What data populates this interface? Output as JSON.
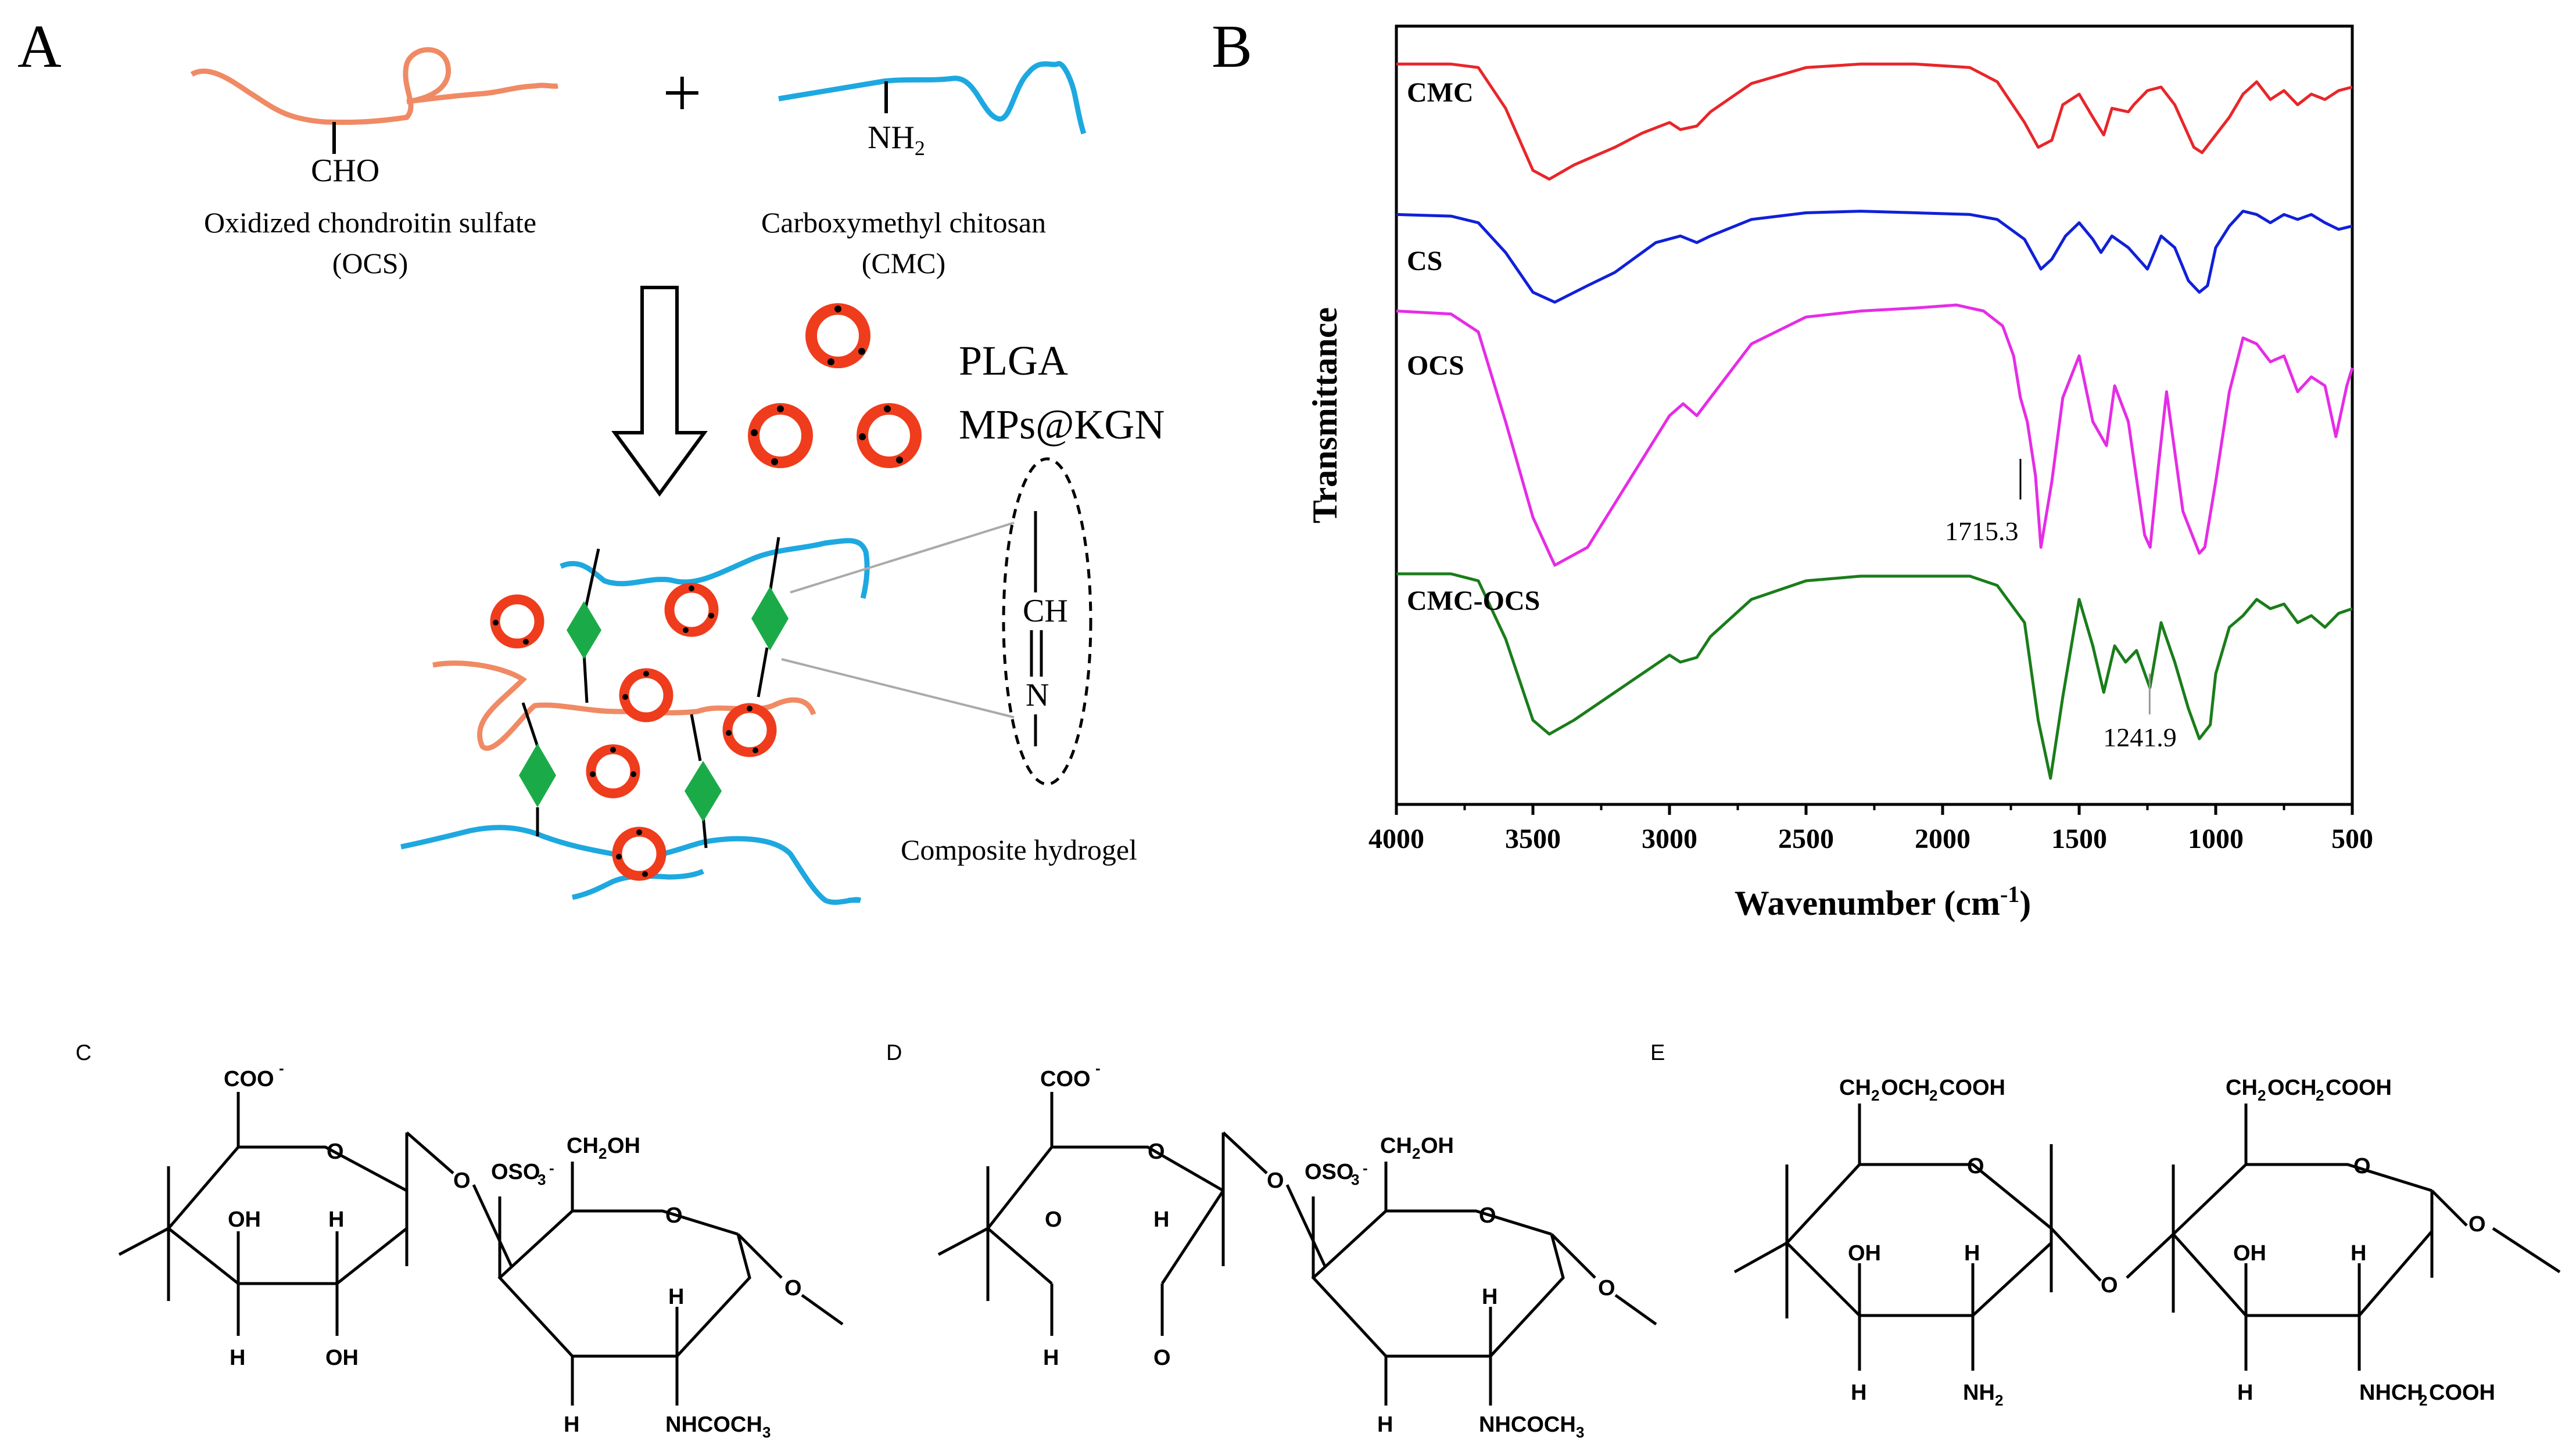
{
  "panel_labels": {
    "a": "A",
    "b": "B",
    "c": "C",
    "d": "D",
    "e": "E"
  },
  "panel_a": {
    "plus": "+",
    "ocs_group": "CHO",
    "cmc_group": "NH",
    "cmc_group_sub": "2",
    "ocs_name": "Oxidized chondroitin sulfate",
    "ocs_abbr": "(OCS)",
    "cmc_name": "Carboxymethyl chitosan",
    "cmc_abbr": "(CMC)",
    "mp_line1": "PLGA",
    "mp_line2": "MPs@KGN",
    "imine_top": "CH",
    "imine_bottom": "N",
    "hydrogel_label": "Composite hydrogel",
    "colors": {
      "ocs": "#f08a64",
      "cmc": "#1ea8e0",
      "microsphere": "#ef3c1c",
      "crosslink": "#1aab48"
    }
  },
  "chart_data": {
    "type": "line",
    "xlabel": "Wavenumber (cm",
    "xlabel_sup": "-1",
    "xlabel_close": ")",
    "ylabel": "Transmittance",
    "xlim": [
      4000,
      500
    ],
    "xticks": [
      "4000",
      "3500",
      "3000",
      "2500",
      "2000",
      "1500",
      "1000",
      "500"
    ],
    "y_ticks_shown": false,
    "grid": false,
    "series": [
      {
        "name": "CMC",
        "color": "#e8262a",
        "x": [
          4000,
          3800,
          3700,
          3600,
          3500,
          3440,
          3350,
          3200,
          3100,
          3000,
          2960,
          2900,
          2850,
          2700,
          2500,
          2300,
          2100,
          1900,
          1800,
          1700,
          1650,
          1600,
          1560,
          1500,
          1450,
          1410,
          1380,
          1320,
          1300,
          1250,
          1200,
          1150,
          1080,
          1050,
          1000,
          950,
          900,
          850,
          800,
          750,
          700,
          650,
          600,
          550,
          500
        ],
        "y": [
          0.95,
          0.95,
          0.93,
          0.7,
          0.35,
          0.3,
          0.38,
          0.48,
          0.56,
          0.62,
          0.58,
          0.6,
          0.68,
          0.84,
          0.93,
          0.95,
          0.95,
          0.93,
          0.85,
          0.62,
          0.48,
          0.52,
          0.72,
          0.78,
          0.65,
          0.55,
          0.7,
          0.68,
          0.72,
          0.8,
          0.82,
          0.72,
          0.48,
          0.45,
          0.55,
          0.65,
          0.78,
          0.85,
          0.75,
          0.8,
          0.72,
          0.78,
          0.75,
          0.8,
          0.82
        ]
      },
      {
        "name": "CS",
        "color": "#1020d8",
        "x": [
          4000,
          3800,
          3700,
          3600,
          3500,
          3420,
          3300,
          3200,
          3050,
          2960,
          2900,
          2850,
          2700,
          2500,
          2300,
          2100,
          1900,
          1800,
          1700,
          1640,
          1600,
          1550,
          1500,
          1450,
          1420,
          1380,
          1320,
          1250,
          1200,
          1150,
          1100,
          1060,
          1030,
          1000,
          950,
          900,
          850,
          800,
          750,
          700,
          650,
          600,
          550,
          500
        ],
        "y": [
          0.95,
          0.94,
          0.9,
          0.72,
          0.48,
          0.42,
          0.52,
          0.6,
          0.78,
          0.82,
          0.78,
          0.82,
          0.92,
          0.96,
          0.97,
          0.96,
          0.95,
          0.92,
          0.8,
          0.62,
          0.68,
          0.82,
          0.9,
          0.8,
          0.72,
          0.82,
          0.75,
          0.62,
          0.82,
          0.75,
          0.55,
          0.48,
          0.52,
          0.75,
          0.88,
          0.97,
          0.95,
          0.9,
          0.95,
          0.92,
          0.95,
          0.9,
          0.86,
          0.88
        ]
      },
      {
        "name": "OCS",
        "color": "#e62ce6",
        "x": [
          4000,
          3800,
          3700,
          3600,
          3500,
          3420,
          3300,
          3150,
          3000,
          2950,
          2900,
          2850,
          2700,
          2500,
          2300,
          2100,
          1950,
          1850,
          1780,
          1740,
          1715,
          1690,
          1660,
          1640,
          1600,
          1560,
          1500,
          1450,
          1400,
          1370,
          1320,
          1260,
          1240,
          1210,
          1180,
          1120,
          1060,
          1040,
          1000,
          950,
          900,
          850,
          800,
          750,
          700,
          650,
          600,
          560,
          520,
          500
        ],
        "y": [
          0.97,
          0.96,
          0.9,
          0.6,
          0.28,
          0.12,
          0.18,
          0.4,
          0.62,
          0.66,
          0.62,
          0.68,
          0.86,
          0.95,
          0.97,
          0.98,
          0.99,
          0.97,
          0.92,
          0.82,
          0.68,
          0.6,
          0.42,
          0.18,
          0.4,
          0.68,
          0.82,
          0.6,
          0.52,
          0.72,
          0.6,
          0.22,
          0.18,
          0.45,
          0.7,
          0.3,
          0.16,
          0.18,
          0.4,
          0.7,
          0.88,
          0.86,
          0.8,
          0.82,
          0.7,
          0.75,
          0.72,
          0.55,
          0.72,
          0.78
        ]
      },
      {
        "name": "CMC-OCS",
        "color": "#1a7d1a",
        "x": [
          4000,
          3800,
          3700,
          3600,
          3500,
          3440,
          3350,
          3200,
          3100,
          3000,
          2960,
          2900,
          2850,
          2700,
          2500,
          2300,
          2100,
          1900,
          1800,
          1700,
          1650,
          1605,
          1560,
          1500,
          1450,
          1410,
          1370,
          1330,
          1290,
          1241,
          1200,
          1150,
          1100,
          1060,
          1020,
          1000,
          950,
          900,
          850,
          800,
          750,
          700,
          650,
          600,
          550,
          500
        ],
        "y": [
          0.93,
          0.93,
          0.9,
          0.65,
          0.3,
          0.24,
          0.3,
          0.42,
          0.5,
          0.58,
          0.55,
          0.57,
          0.66,
          0.82,
          0.9,
          0.92,
          0.92,
          0.92,
          0.88,
          0.72,
          0.3,
          0.05,
          0.4,
          0.82,
          0.62,
          0.42,
          0.62,
          0.55,
          0.6,
          0.44,
          0.72,
          0.55,
          0.35,
          0.22,
          0.28,
          0.5,
          0.7,
          0.75,
          0.82,
          0.78,
          0.8,
          0.72,
          0.75,
          0.7,
          0.76,
          0.78
        ]
      }
    ],
    "annotations": [
      {
        "text": "1715.3",
        "x": 1715,
        "series": "OCS"
      },
      {
        "text": "1241.9",
        "x": 1241.9,
        "series": "CMC-OCS"
      }
    ]
  },
  "panel_c": {
    "coo": "COO",
    "coo_sup": "-",
    "oso3": "OSO",
    "oso3_sub": "3",
    "oso3_sup": "-",
    "ch2oh_a": "CH",
    "ch2oh_sub": "2",
    "ch2oh_b": "OH",
    "ring_o": "O",
    "link_o": "O",
    "oh": "OH",
    "h": "H",
    "nhcoch3": "NHCOCH",
    "nhcoch3_sub": "3"
  },
  "panel_d": {
    "coo": "COO",
    "coo_sup": "-",
    "oso3": "OSO",
    "oso3_sub": "3",
    "oso3_sup": "-",
    "ch2oh_a": "CH",
    "ch2oh_sub": "2",
    "ch2oh_b": "OH",
    "ring_o": "O",
    "link_o": "O",
    "h": "H",
    "o": "O",
    "nhcoch3": "NHCOCH",
    "nhcoch3_sub": "3"
  },
  "panel_e": {
    "side_a": "CH",
    "side_sub": "2",
    "side_b": "OCH",
    "side_c": "COOH",
    "ring_o": "O",
    "link_o": "O",
    "oh": "OH",
    "h": "H",
    "nh2_a": "NH",
    "nh2_sub": "2",
    "nhch2_a": "NHCH",
    "nhch2_sub": "2",
    "nhch2_b": "COOH"
  }
}
